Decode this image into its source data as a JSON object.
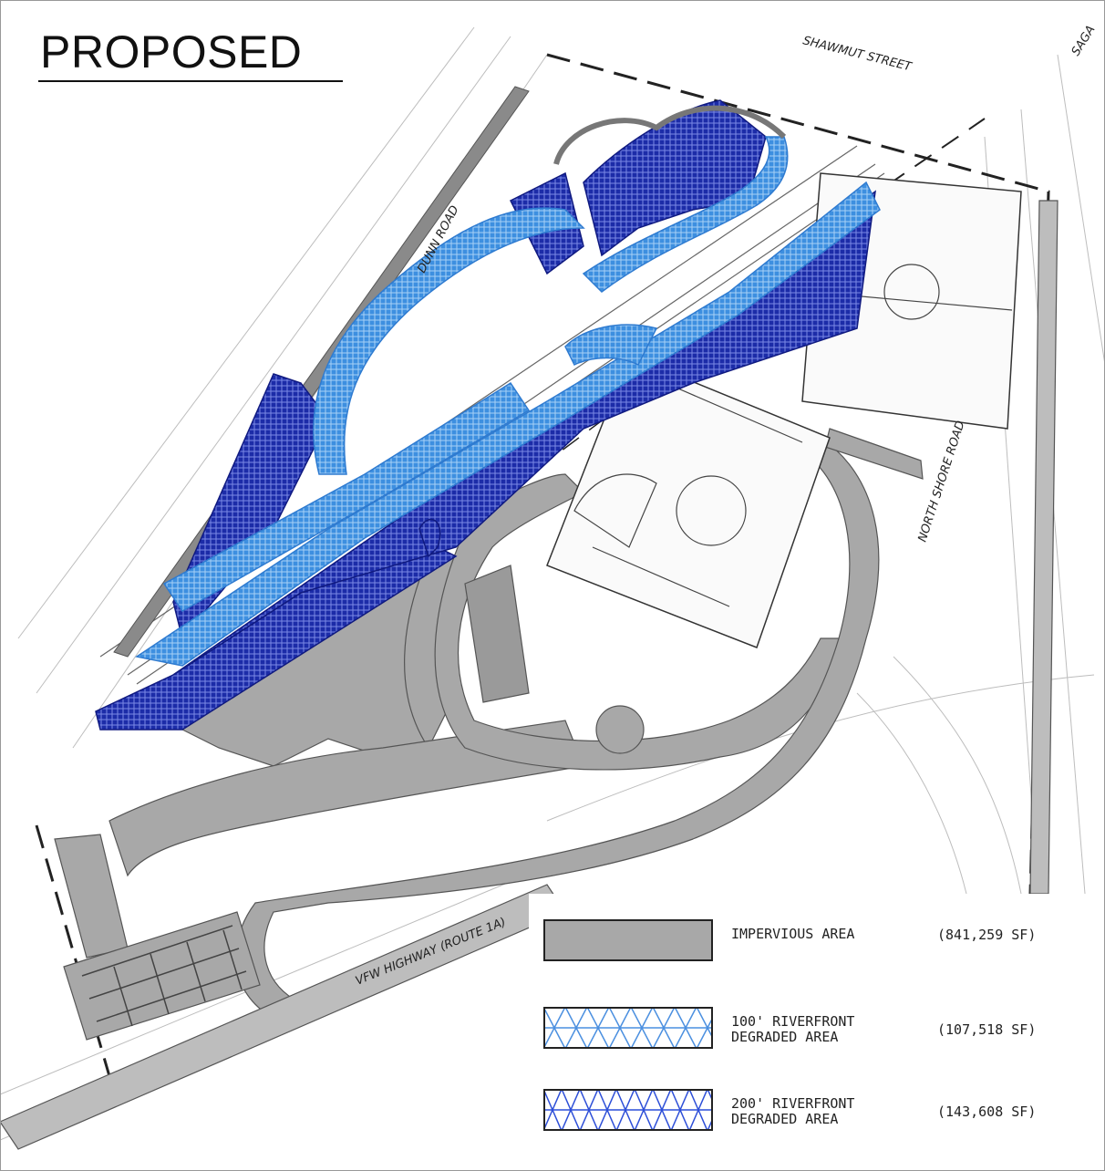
{
  "title": "PROPOSED",
  "streets": {
    "shawmut": "SHAWMUT STREET",
    "dunn": "DUNN ROAD",
    "north_shore": "NORTH SHORE ROAD",
    "vfw": "VFW HIGHWAY (ROUTE 1A)",
    "corner": "SAGA"
  },
  "legend": [
    {
      "label": "IMPERVIOUS AREA",
      "value": "(841,259 SF)",
      "swatch": "solid-gray"
    },
    {
      "label": "100' RIVERFRONT\nDEGRADED AREA",
      "value": "(107,518 SF)",
      "swatch": "light-blue-hatch"
    },
    {
      "label": "200' RIVERFRONT\nDEGRADED AREA",
      "value": "(143,608 SF)",
      "swatch": "dark-blue-hatch"
    }
  ],
  "colors": {
    "impervious": "#a8a8a8",
    "riverfront_100": "#3d8fe0",
    "riverfront_200": "#1c2ca8",
    "linework": "#555555"
  }
}
